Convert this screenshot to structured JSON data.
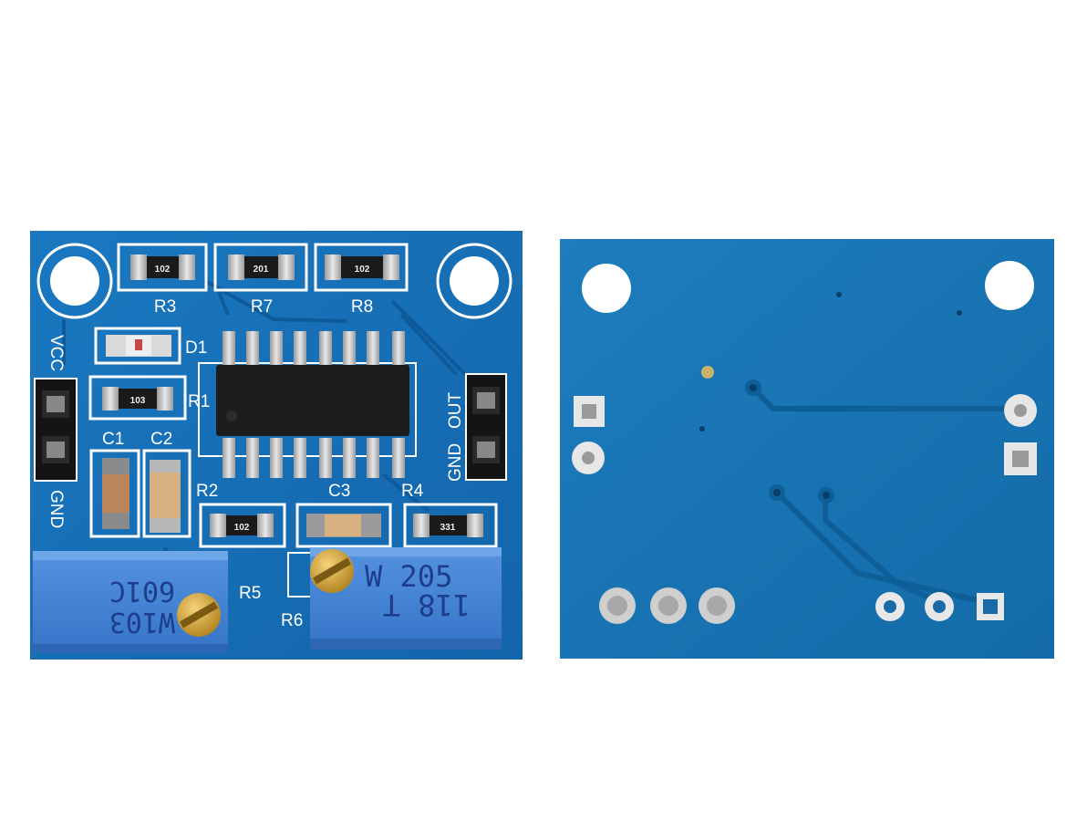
{
  "colors": {
    "background": "#ffffff",
    "board_front": "#1670b8",
    "board_back": "#1a78b8",
    "silkscreen": "#ffffff",
    "trace_front": "#0f5a99",
    "trace_back": "#0e5e97",
    "ic_body": "#1c1c1c",
    "pin_metal": "#c8c8c8",
    "pot_body": "#3b7fd3",
    "brass": "#d4a32f"
  },
  "front": {
    "labels": {
      "r3": "R3",
      "r7": "R7",
      "r8": "R8",
      "d1": "D1",
      "r1": "R1",
      "c1": "C1",
      "c2": "C2",
      "r2": "R2",
      "c3": "C3",
      "r4": "R4",
      "r5": "R5",
      "r6": "R6",
      "vcc": "VCC",
      "gnd_left": "GND",
      "gnd_right": "GND",
      "out": "OUT"
    },
    "resistor_codes": {
      "r3": "102",
      "r7": "201",
      "r8": "102",
      "r1": "103",
      "r2": "102",
      "r4": "331"
    },
    "pot_left": {
      "line1": "601C",
      "line2": "W103"
    },
    "pot_right": {
      "line1": "W 205",
      "line2": "118  T"
    }
  },
  "back": {
    "pad_icons": [
      "square-pad-icon",
      "round-pad-icon",
      "solder-joint-icon",
      "via-icon"
    ]
  }
}
